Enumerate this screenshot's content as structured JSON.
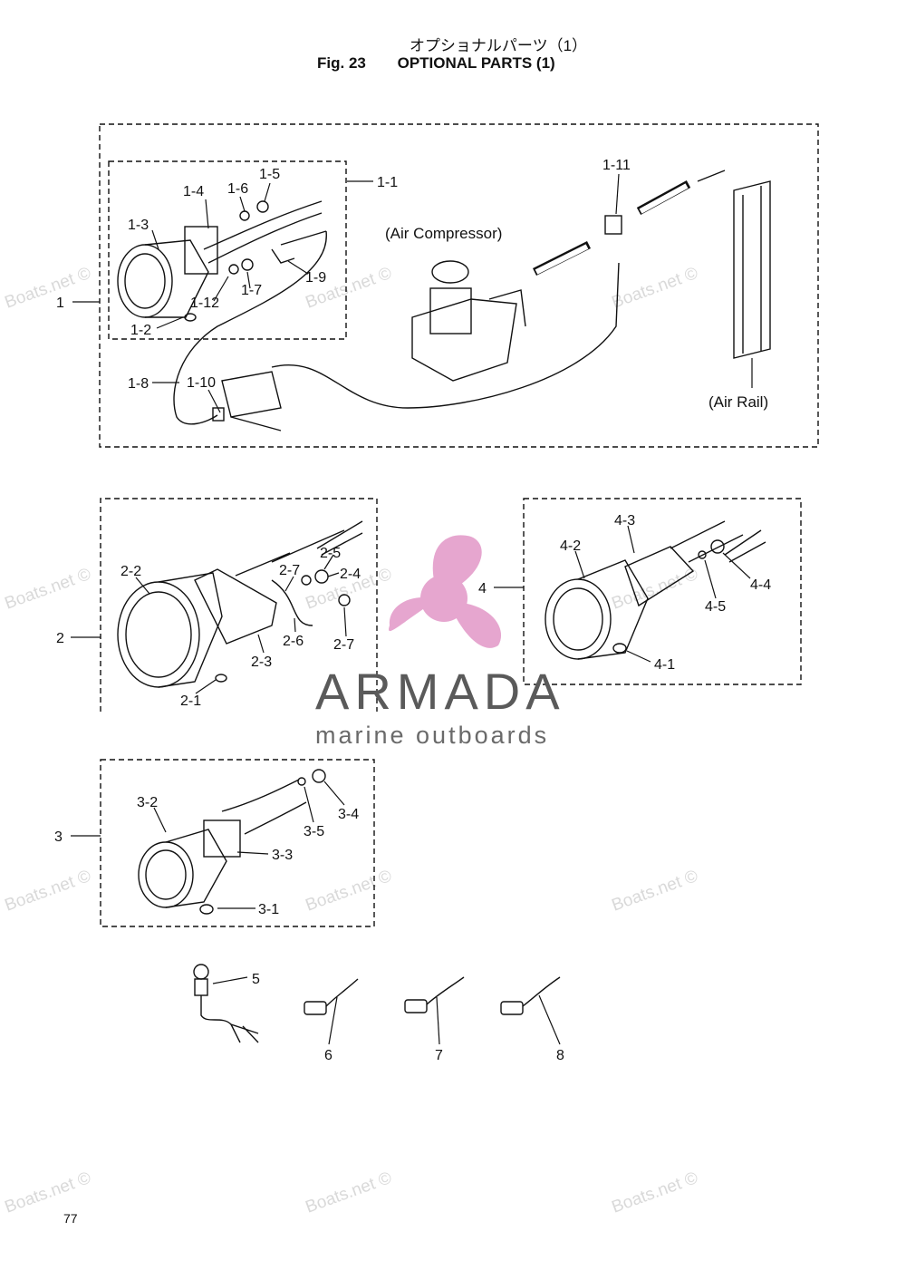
{
  "header": {
    "title_jp": "オプショナルパーツ（1）",
    "fig_label": "Fig. 23",
    "title_en": "OPTIONAL PARTS (1)"
  },
  "captions": {
    "air_compressor": "(Air  Compressor)",
    "air_rail": "(Air  Rail)"
  },
  "groups": [
    {
      "number": "1",
      "parts": [
        "1-1",
        "1-2",
        "1-3",
        "1-4",
        "1-5",
        "1-6",
        "1-7",
        "1-8",
        "1-9",
        "1-10",
        "1-11",
        "1-12"
      ]
    },
    {
      "number": "2",
      "parts": [
        "2-1",
        "2-2",
        "2-3",
        "2-4",
        "2-5",
        "2-6",
        "2-7",
        "2-7"
      ]
    },
    {
      "number": "3",
      "parts": [
        "3-1",
        "3-2",
        "3-3",
        "3-4",
        "3-5"
      ]
    },
    {
      "number": "4",
      "parts": [
        "4-1",
        "4-2",
        "4-3",
        "4-4",
        "4-5"
      ]
    }
  ],
  "single_parts": [
    "5",
    "6",
    "7",
    "8"
  ],
  "watermark": "Boats.net ©",
  "brand": {
    "name": "ARMADA",
    "tagline": "marine outboards",
    "accent_color": "#e6a6cf"
  },
  "page_number": "77"
}
